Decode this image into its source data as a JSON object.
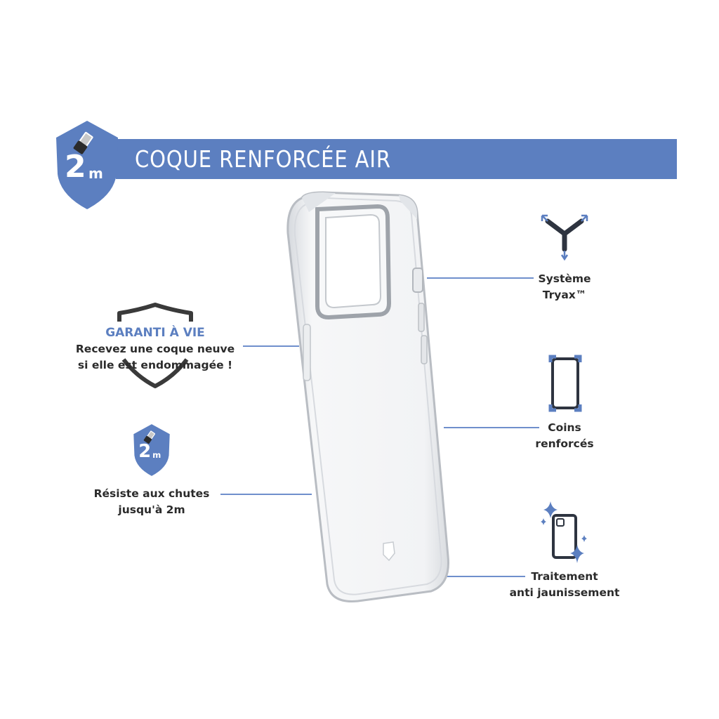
{
  "header": {
    "title": "COQUE RENFORCÉE AIR",
    "badge_number": "2",
    "badge_unit": "m"
  },
  "features_left": [
    {
      "id": "warranty",
      "title": "GARANTI À VIE",
      "line1": "Recevez une coque neuve",
      "line2": "si elle est endommagée !"
    },
    {
      "id": "drop",
      "badge_number": "2",
      "badge_unit": "m",
      "line1": "Résiste aux chutes",
      "line2": "jusqu'à 2m"
    }
  ],
  "features_right": [
    {
      "id": "tryax",
      "line1": "Système",
      "line2": "Tryax™"
    },
    {
      "id": "corners",
      "line1": "Coins",
      "line2": "renforcés"
    },
    {
      "id": "antiyellow",
      "line1": "Traitement",
      "line2": "anti jaunissement"
    }
  ],
  "colors": {
    "accent": "#5c7fc0",
    "text": "#2b2b2b",
    "background": "#ffffff"
  },
  "icons": [
    "drop-shield-icon",
    "warranty-shield-icon",
    "tryax-icon",
    "corners-icon",
    "sparkle-phone-icon",
    "brand-logo-icon"
  ]
}
